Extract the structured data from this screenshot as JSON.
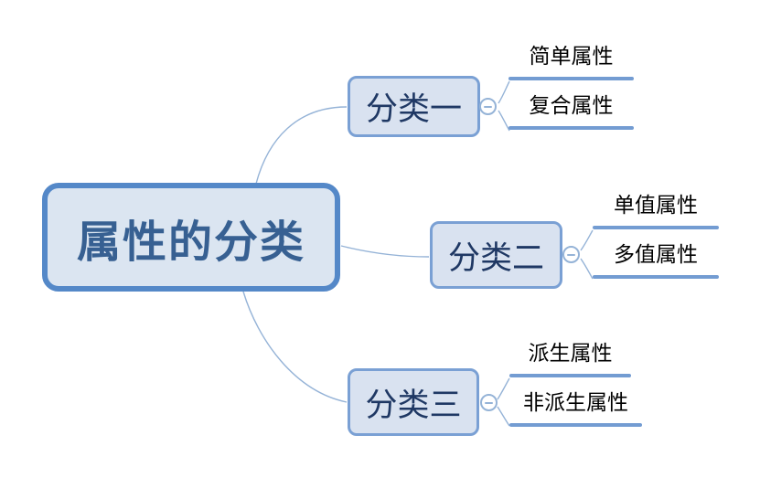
{
  "mindmap": {
    "root": {
      "label": "属性的分类"
    },
    "branches": [
      {
        "label": "分类一",
        "collapse_icon": "minus-icon",
        "children": [
          {
            "label": "简单属性"
          },
          {
            "label": "复合属性"
          }
        ]
      },
      {
        "label": "分类二",
        "collapse_icon": "minus-icon",
        "children": [
          {
            "label": "单值属性"
          },
          {
            "label": "多值属性"
          }
        ]
      },
      {
        "label": "分类三",
        "collapse_icon": "minus-icon",
        "children": [
          {
            "label": "派生属性"
          },
          {
            "label": "非派生属性"
          }
        ]
      }
    ]
  },
  "colors": {
    "background": "#ffffff",
    "root_border": "#5488c8",
    "root_fill": "#dbe5f1",
    "root_text": "#376092",
    "branch_border": "#7aa0d4",
    "branch_fill": "#d9e2f0",
    "branch_text": "#1f3864",
    "leaf_text": "#000000",
    "leaf_underline": "#739cd2",
    "connector": "#95b3d7",
    "collapse_button": "#95b3d7"
  }
}
